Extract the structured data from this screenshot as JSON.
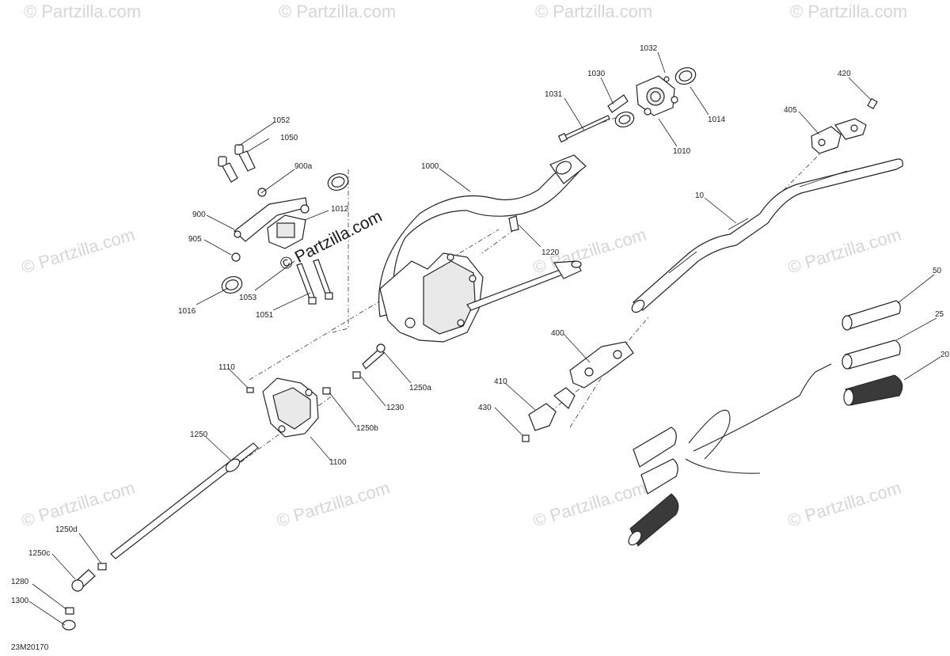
{
  "watermark": {
    "text": "© Partzilla.com",
    "main_text": "© Partzilla.com"
  },
  "diagram_code": "23M20170",
  "callouts": [
    {
      "id": "1032",
      "text": "1032"
    },
    {
      "id": "1030",
      "text": "1030"
    },
    {
      "id": "1031",
      "text": "1031"
    },
    {
      "id": "1014",
      "text": "1014"
    },
    {
      "id": "1010",
      "text": "1010"
    },
    {
      "id": "420",
      "text": "420"
    },
    {
      "id": "405",
      "text": "405"
    },
    {
      "id": "1052",
      "text": "1052"
    },
    {
      "id": "1050",
      "text": "1050"
    },
    {
      "id": "900a",
      "text": "900a"
    },
    {
      "id": "1000",
      "text": "1000"
    },
    {
      "id": "900",
      "text": "900"
    },
    {
      "id": "1012",
      "text": "1012"
    },
    {
      "id": "905",
      "text": "905"
    },
    {
      "id": "10",
      "text": "10"
    },
    {
      "id": "1220",
      "text": "1220"
    },
    {
      "id": "1016",
      "text": "1016"
    },
    {
      "id": "1053",
      "text": "1053"
    },
    {
      "id": "1051",
      "text": "1051"
    },
    {
      "id": "50",
      "text": "50"
    },
    {
      "id": "25",
      "text": "25"
    },
    {
      "id": "400",
      "text": "400"
    },
    {
      "id": "20",
      "text": "20"
    },
    {
      "id": "1110",
      "text": "1110"
    },
    {
      "id": "1250a",
      "text": "1250a"
    },
    {
      "id": "410",
      "text": "410"
    },
    {
      "id": "1230",
      "text": "1230"
    },
    {
      "id": "430",
      "text": "430"
    },
    {
      "id": "1250b",
      "text": "1250b"
    },
    {
      "id": "1250",
      "text": "1250"
    },
    {
      "id": "1100",
      "text": "1100"
    },
    {
      "id": "1250d",
      "text": "1250d"
    },
    {
      "id": "1250c",
      "text": "1250c"
    },
    {
      "id": "1280",
      "text": "1280"
    },
    {
      "id": "1300",
      "text": "1300"
    }
  ]
}
